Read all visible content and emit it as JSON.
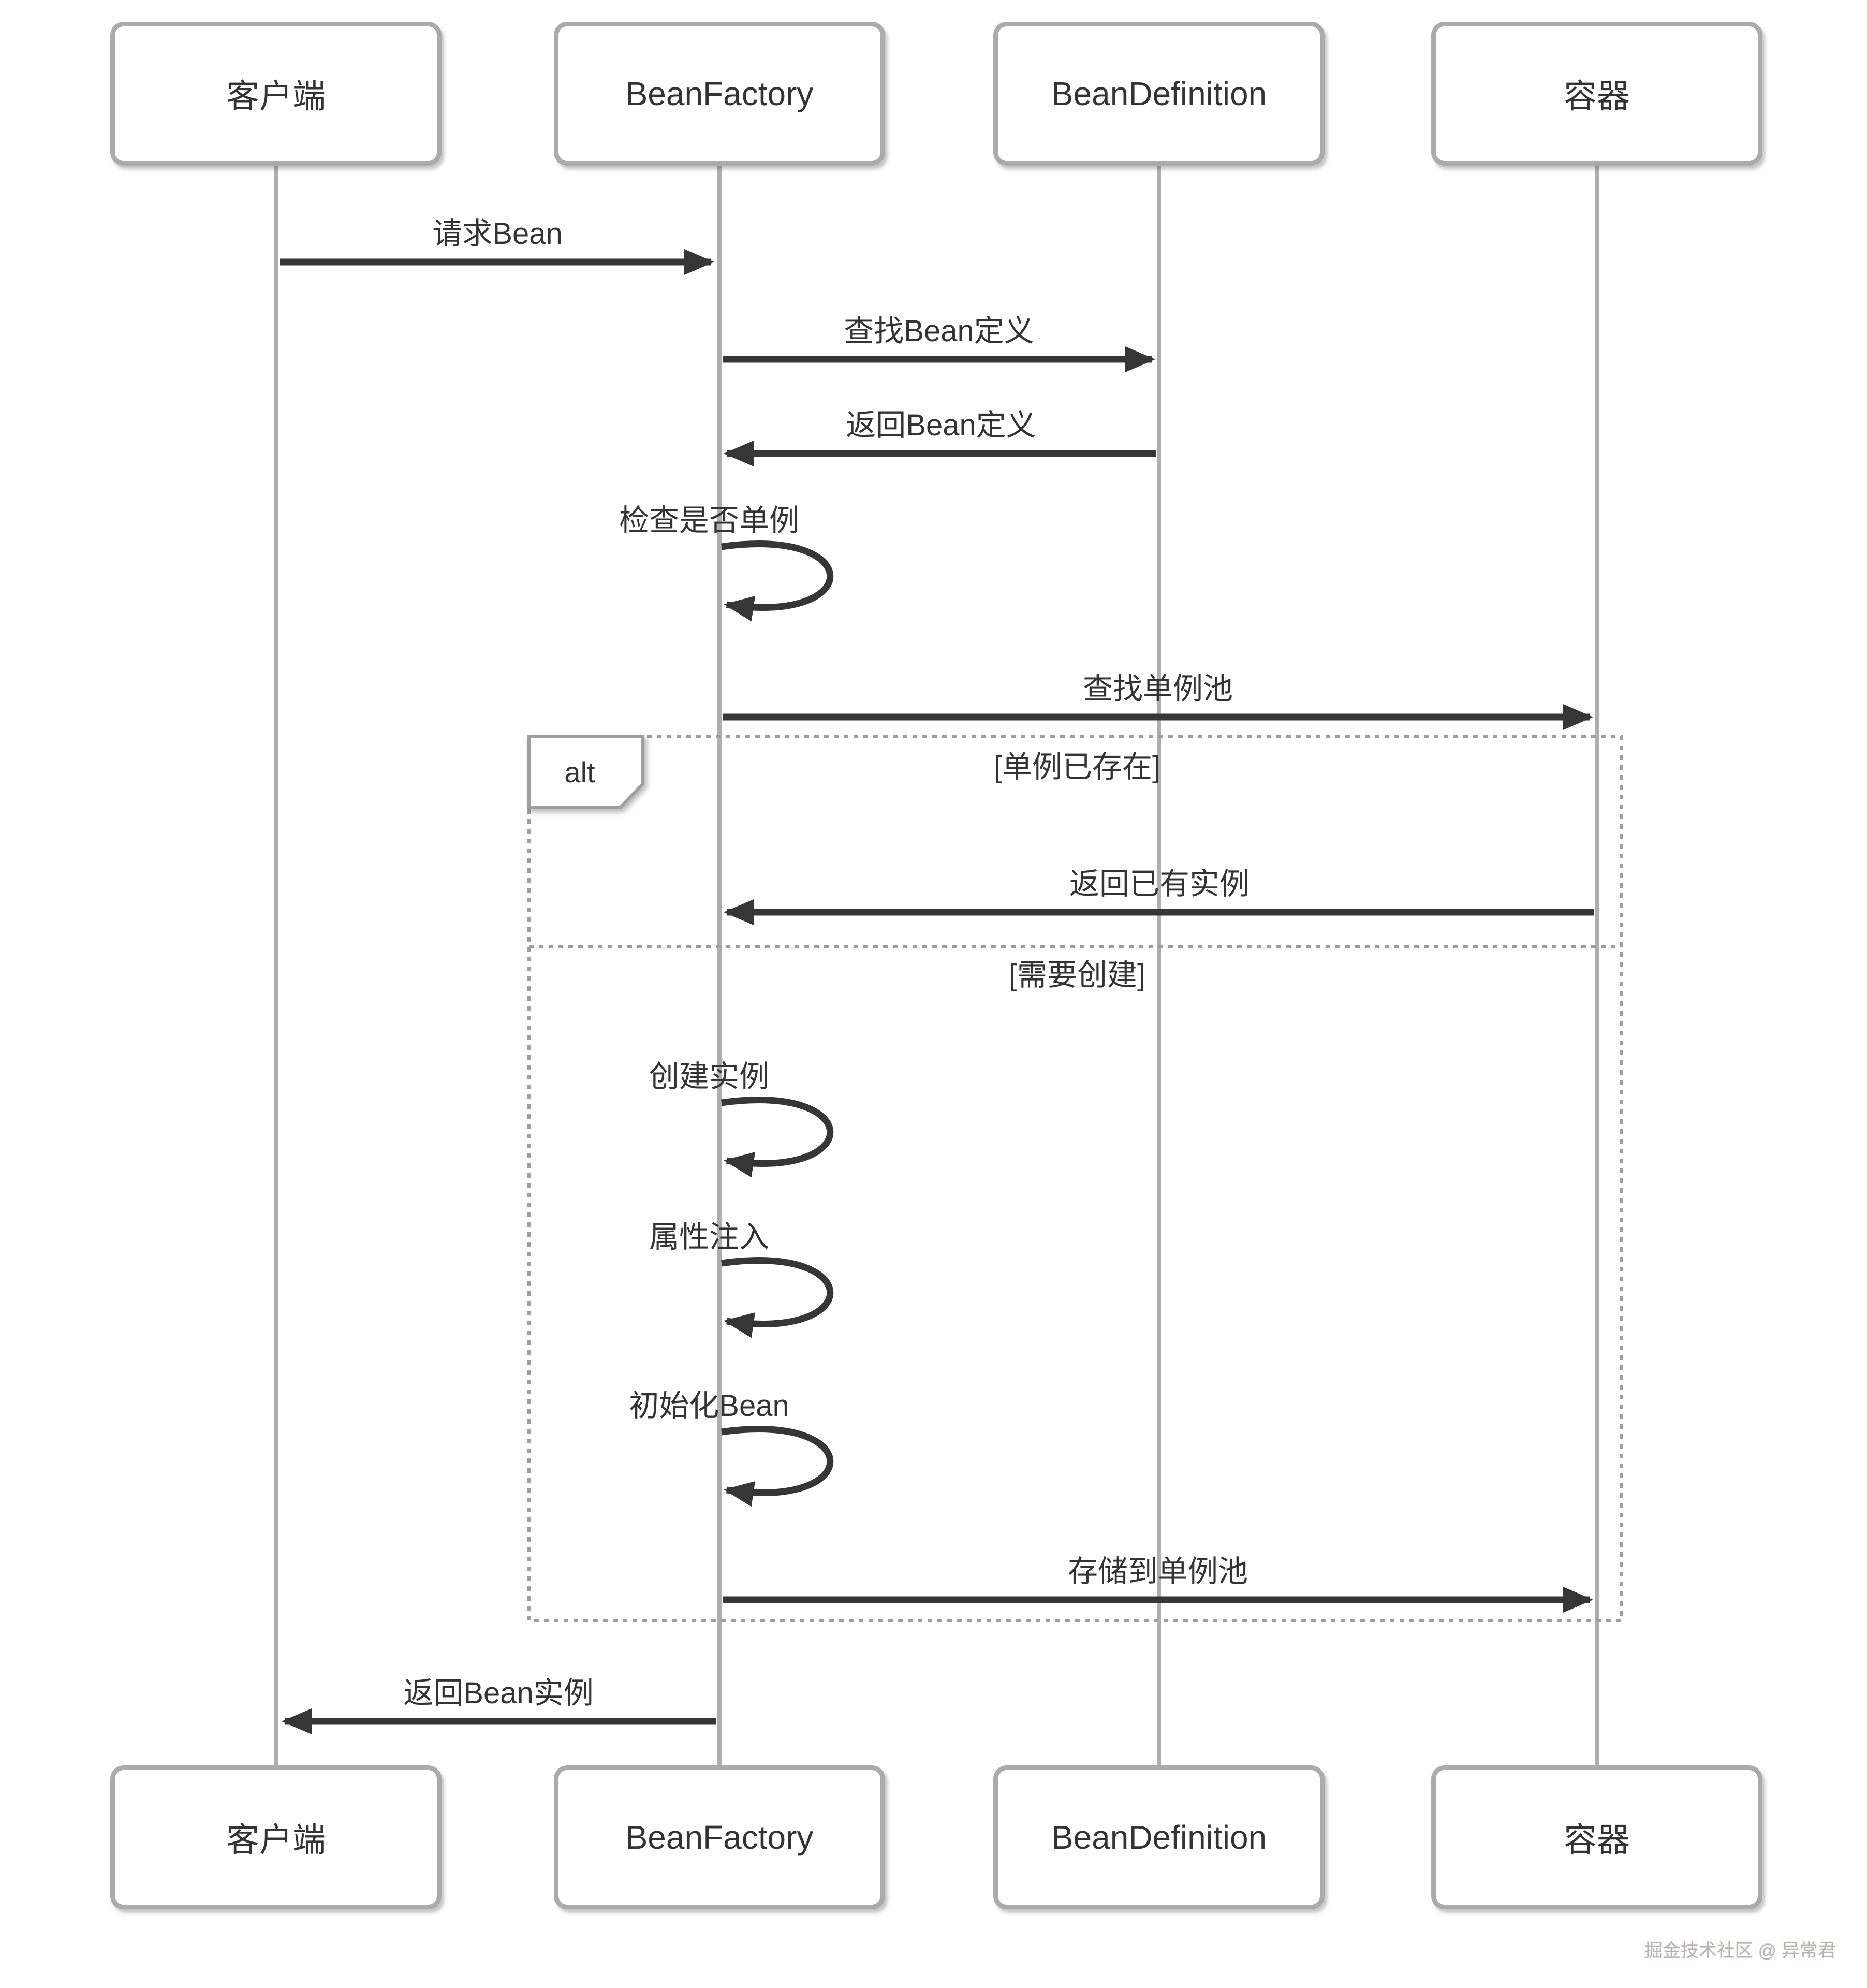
{
  "diagram": {
    "type": "sequence",
    "participants": [
      {
        "id": "client",
        "label": "客户端"
      },
      {
        "id": "bean_factory",
        "label": "BeanFactory"
      },
      {
        "id": "bean_definition",
        "label": "BeanDefinition"
      },
      {
        "id": "container",
        "label": "容器"
      }
    ],
    "messages": {
      "request_bean": {
        "label": "请求Bean",
        "from": "客户端",
        "to": "BeanFactory"
      },
      "find_bean_definition": {
        "label": "查找Bean定义",
        "from": "BeanFactory",
        "to": "BeanDefinition"
      },
      "return_bean_definition": {
        "label": "返回Bean定义",
        "from": "BeanDefinition",
        "to": "BeanFactory"
      },
      "check_singleton": {
        "label": "检查是否单例",
        "from": "BeanFactory",
        "to": "BeanFactory"
      },
      "lookup_singleton_pool": {
        "label": "查找单例池",
        "from": "BeanFactory",
        "to": "容器"
      },
      "return_existing_instance": {
        "label": "返回已有实例",
        "from": "容器",
        "to": "BeanFactory"
      },
      "create_instance": {
        "label": "创建实例",
        "from": "BeanFactory",
        "to": "BeanFactory"
      },
      "inject_properties": {
        "label": "属性注入",
        "from": "BeanFactory",
        "to": "BeanFactory"
      },
      "initialize_bean": {
        "label": "初始化Bean",
        "from": "BeanFactory",
        "to": "BeanFactory"
      },
      "store_to_singleton_pool": {
        "label": "存储到单例池",
        "from": "BeanFactory",
        "to": "容器"
      },
      "return_bean_instance": {
        "label": "返回Bean实例",
        "from": "BeanFactory",
        "to": "客户端"
      }
    },
    "alt_frame": {
      "keyword": "alt",
      "guard_singleton_exists": "[单例已存在]",
      "guard_need_create": "[需要创建]"
    },
    "watermark": "掘金技术社区 @ 异常君",
    "colors": {
      "background": "#ffffff",
      "text": "#333333",
      "arrow": "#363636",
      "lifeline": "#aeaeae",
      "actor_border": "#ababab",
      "frame_border": "#9e9e9e",
      "watermark": "#b9b2ae"
    }
  }
}
